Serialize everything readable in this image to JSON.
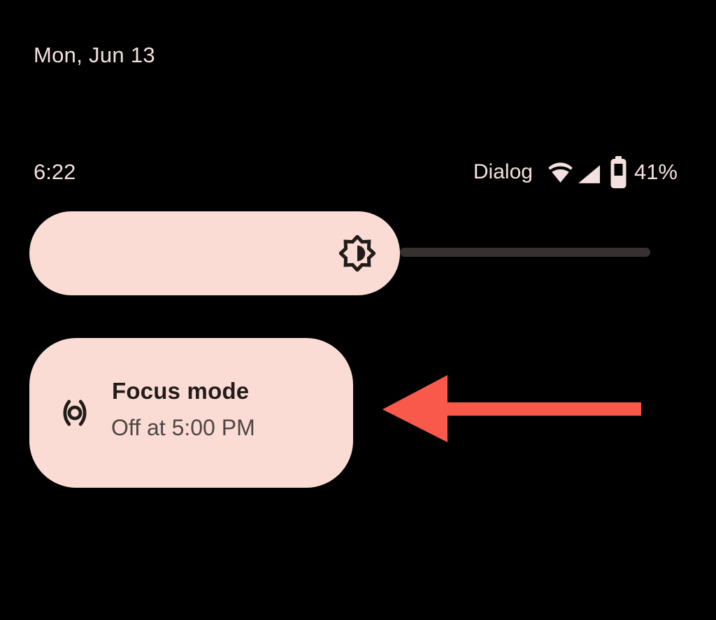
{
  "date": {
    "label": "Mon, Jun 13"
  },
  "status_bar": {
    "time": "6:22",
    "carrier": "Dialog",
    "battery_percent": "41%",
    "icons": [
      "wifi-icon",
      "cell-signal-icon",
      "battery-icon"
    ]
  },
  "brightness_slider": {
    "icon": "brightness-auto-icon",
    "level_percent": 60
  },
  "focus_tile": {
    "icon": "focus-mode-icon",
    "title": "Focus mode",
    "subtitle": "Off at 5:00 PM",
    "state": "off"
  },
  "annotation_arrow": {
    "direction": "left",
    "points_at": "focus-tile",
    "color": "#F9594A"
  },
  "colors": {
    "background": "#000000",
    "surface_pink": "#FBDCD5",
    "on_surface_dark": "#211C19",
    "on_surface_gray": "#4E4644",
    "status_text_pink": "#F2E1DE",
    "slider_track": "#373030",
    "arrow_red": "#F9594A"
  }
}
